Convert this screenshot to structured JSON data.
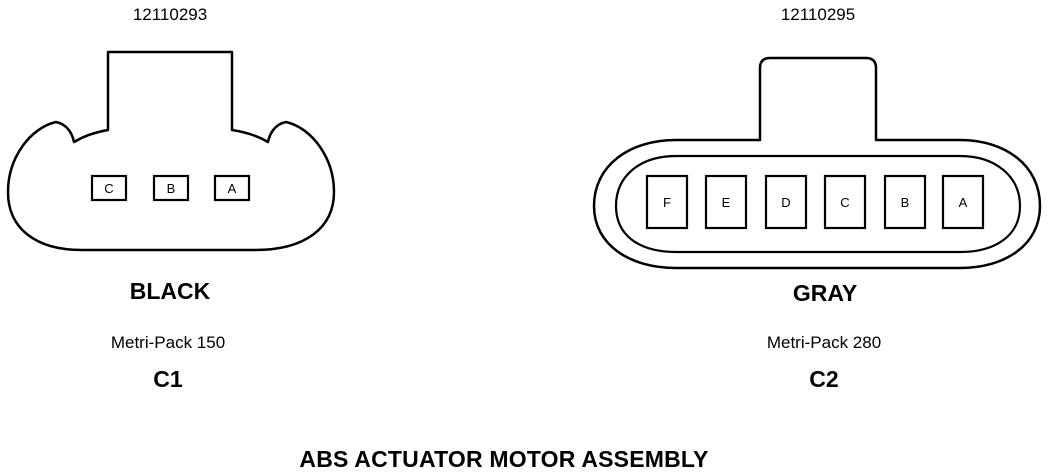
{
  "title": "ABS ACTUATOR MOTOR ASSEMBLY",
  "connectors": [
    {
      "id": "C1",
      "part_number": "12110293",
      "color": "BLACK",
      "series": "Metri-Pack 150",
      "pins": [
        "C",
        "B",
        "A"
      ]
    },
    {
      "id": "C2",
      "part_number": "12110295",
      "color": "GRAY",
      "series": "Metri-Pack 280",
      "pins": [
        "F",
        "E",
        "D",
        "C",
        "B",
        "A"
      ]
    }
  ],
  "colors": {
    "line": "#000000",
    "background": "#ffffff"
  }
}
